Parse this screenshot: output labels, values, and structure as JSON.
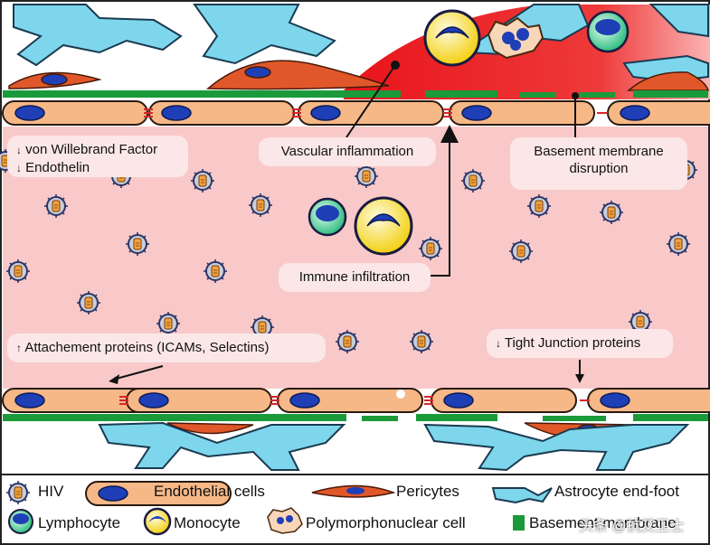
{
  "callouts": {
    "vwf_label": "von Willebrand Factor",
    "endothelin_label": "Endothelin",
    "vascular_inflammation": "Vascular inflammation",
    "basement_membrane_line1": "Basement membrane",
    "basement_membrane_line2": "disruption",
    "immune_infiltration": "Immune infiltration",
    "attachment_proteins": "Attachement proteins (ICAMs, Selectins)",
    "tight_junction": "Tight Junction proteins",
    "up_arrow": "↑",
    "down_arrow": "↓"
  },
  "legend": {
    "hiv": "HIV",
    "endothelial": "Endothelial cells",
    "pericytes": "Pericytes",
    "astrocyte": "Astrocyte end-foot",
    "lymphocyte": "Lymphocyte",
    "monocyte": "Monocyte",
    "pmn": "Polymorphonuclear cell",
    "basement": "Basement membrane"
  },
  "watermark": "头条 @抗艾卫士",
  "colors": {
    "lumen": "#f9c9c9",
    "endothelial_fill": "#f6b887",
    "nucleus": "#1f3fb6",
    "pericyte": "#e0582a",
    "astrocyte": "#7dd6ec",
    "basement": "#1a9a3a",
    "inflammation": "#e21b1b",
    "lymphocyte": "#2ec48a",
    "monocyte": "#f7dc20",
    "junction": "#d8262a"
  }
}
